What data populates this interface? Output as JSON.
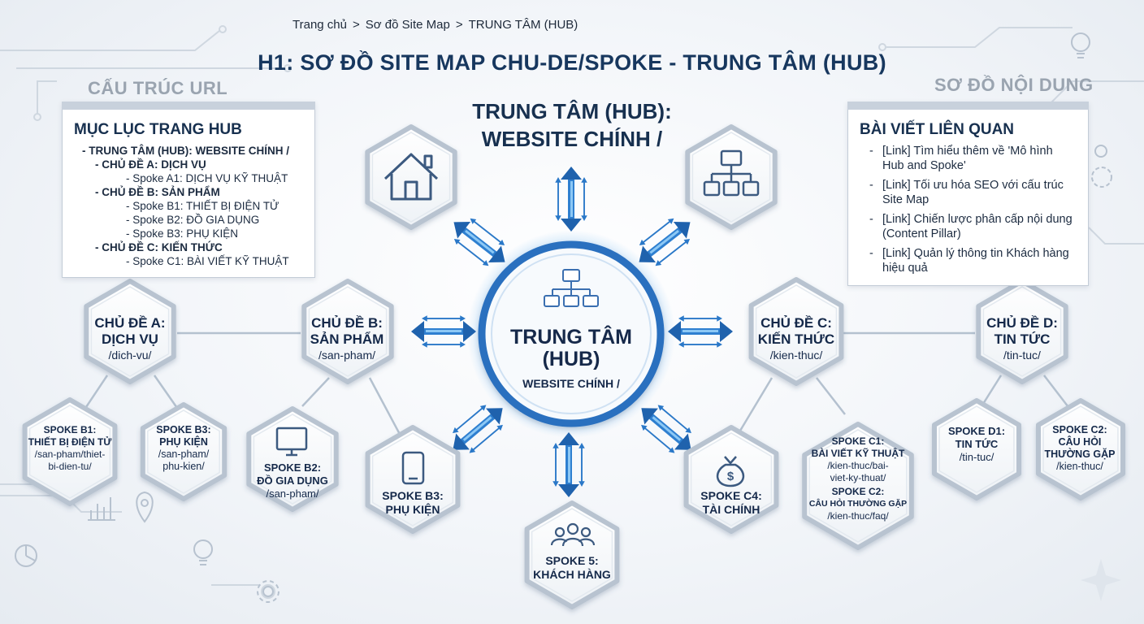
{
  "breadcrumb": {
    "items": [
      "Trang chủ",
      "Sơ đồ Site Map",
      "TRUNG TÂM (HUB)"
    ],
    "separator": ">"
  },
  "heading": "H1: SƠ ĐỒ SITE MAP CHU-DE/SPOKE - TRUNG TÂM (HUB)",
  "left_section_title": "CẤU TRÚC URL",
  "right_section_title": "SƠ ĐỒ NỘI DUNG",
  "toc": {
    "title": "MỤC LỤC TRANG HUB",
    "items": [
      "- TRUNG TÂM (HUB): WEBSITE CHÍNH /",
      "- CHỦ ĐỀ A: DỊCH VỤ",
      "- Spoke A1: DỊCH VỤ KỸ THUẬT",
      "- CHỦ ĐỀ B: SẢN PHẨM",
      "- Spoke B1: THIẾT BỊ ĐIỆN TỬ",
      "- Spoke B2: ĐỒ GIA DỤNG",
      "- Spoke B3: PHỤ KIỆN",
      "- CHỦ ĐỀ C: KIẾN THỨC",
      "- Spoke C1: BÀI VIẾT KỸ THUẬT"
    ]
  },
  "related": {
    "title": "BÀI VIẾT LIÊN QUAN",
    "items": [
      "[Link] Tìm hiểu thêm về 'Mô hình Hub and Spoke'",
      "[Link] Tối ưu hóa SEO với cấu trúc Site Map",
      "[Link] Chiến lược phân cấp nội dung (Content Pillar)",
      "[Link] Quản lý thông tin Khách hàng hiệu quả"
    ]
  },
  "hub_title": {
    "line1": "TRUNG TÂM (HUB):",
    "line2": "WEBSITE CHÍNH /"
  },
  "hub": {
    "line1": "TRUNG TÂM",
    "line2": "(HUB)",
    "sub": "WEBSITE CHÍNH /"
  },
  "topics": {
    "a": {
      "line1": "CHỦ ĐỀ A:",
      "line2": "DỊCH VỤ",
      "url": "/dich-vu/"
    },
    "b": {
      "line1": "CHỦ ĐỀ B:",
      "line2": "SẢN PHẨM",
      "url": "/san-pham/"
    },
    "c": {
      "line1": "CHỦ ĐỀ C:",
      "line2": "KIẾN THỨC",
      "url": "/kien-thuc/"
    },
    "d": {
      "line1": "CHỦ ĐỀ D:",
      "line2": "TIN TỨC",
      "url": "/tin-tuc/"
    }
  },
  "spokes": {
    "b1": {
      "line1": "SPOKE B1:",
      "line2": "THIẾT BỊ ĐIỆN TỬ",
      "url1": "/san-pham/thiet-",
      "url2": "bi-dien-tu/"
    },
    "b3_left": {
      "line1": "SPOKE B3:",
      "line2": "PHỤ KIỆN",
      "url1": "/san-pham/",
      "url2": "phu-kien/"
    },
    "b2": {
      "line1": "SPOKE B2:",
      "line2": "ĐỒ GIA DỤNG",
      "url": "/san-pham/"
    },
    "b3_center": {
      "line1": "SPOKE B3:",
      "line2": "PHỤ KIỆN"
    },
    "s5": {
      "line1": "SPOKE 5:",
      "line2": "KHÁCH HÀNG"
    },
    "c4": {
      "line1": "SPOKE C4:",
      "line2": "TÀI CHÍNH"
    },
    "c1c2": {
      "c1_title": "SPOKE C1:",
      "c1_name": "BÀI VIẾT KỸ THUẬT",
      "c1_url1": "/kien-thuc/bai-",
      "c1_url2": "viet-ky-thuat/",
      "c2_title": "SPOKE C2:",
      "c2_name": "CÂU HỎI THƯỜNG GẶP",
      "c2_url": "/kien-thuc/faq/"
    },
    "d1": {
      "line1": "SPOKE D1:",
      "line2": "TIN TỨC",
      "url": "/tin-tuc/"
    },
    "c2_right": {
      "line1": "SPOKE C2:",
      "line2": "CÂU HỎI",
      "line3": "THƯỜNG GẶP",
      "url": "/kien-thuc/"
    }
  },
  "icons": [
    "house-icon",
    "sitemap-icon",
    "monitor-icon",
    "smartphone-icon",
    "people-icon",
    "money-bag-icon",
    "lightbulb-icon",
    "gear-icon",
    "location-pin-icon",
    "chart-icon",
    "sparkle-icon"
  ],
  "colors": {
    "navy": "#17375e",
    "accent_blue": "#2a78c8",
    "hex_border": "#b8c3d0",
    "line": "#aebccb"
  }
}
